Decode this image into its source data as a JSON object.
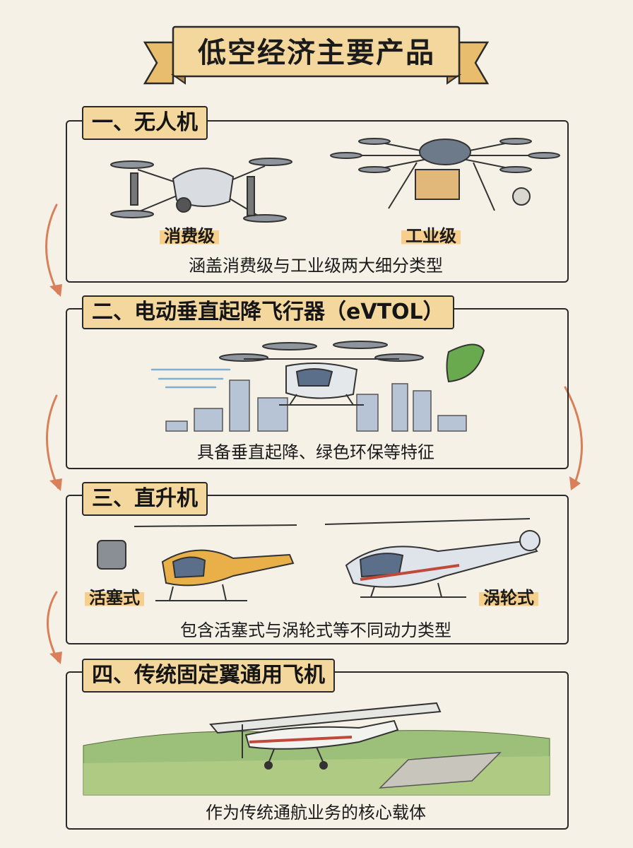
{
  "title": "低空经济主要产品",
  "sections": [
    {
      "label": "一、无人机",
      "tags": [
        "消费级",
        "工业级"
      ],
      "caption": "涵盖消费级与工业级两大细分类型"
    },
    {
      "label": "二、电动垂直起降飞行器（eVTOL）",
      "caption": "具备垂直起降、绿色环保等特征"
    },
    {
      "label": "三、直升机",
      "tags": [
        "活塞式",
        "涡轮式"
      ],
      "caption": "包含活塞式与涡轮式等不同动力类型"
    },
    {
      "label": "四、传统固定翼通用飞机",
      "caption": "作为传统通航业务的核心载体"
    }
  ],
  "colors": {
    "background": "#f6f1e6",
    "label_fill": "#f4d79c",
    "arrow": "#d9805a",
    "outline": "#2a2a2a"
  }
}
